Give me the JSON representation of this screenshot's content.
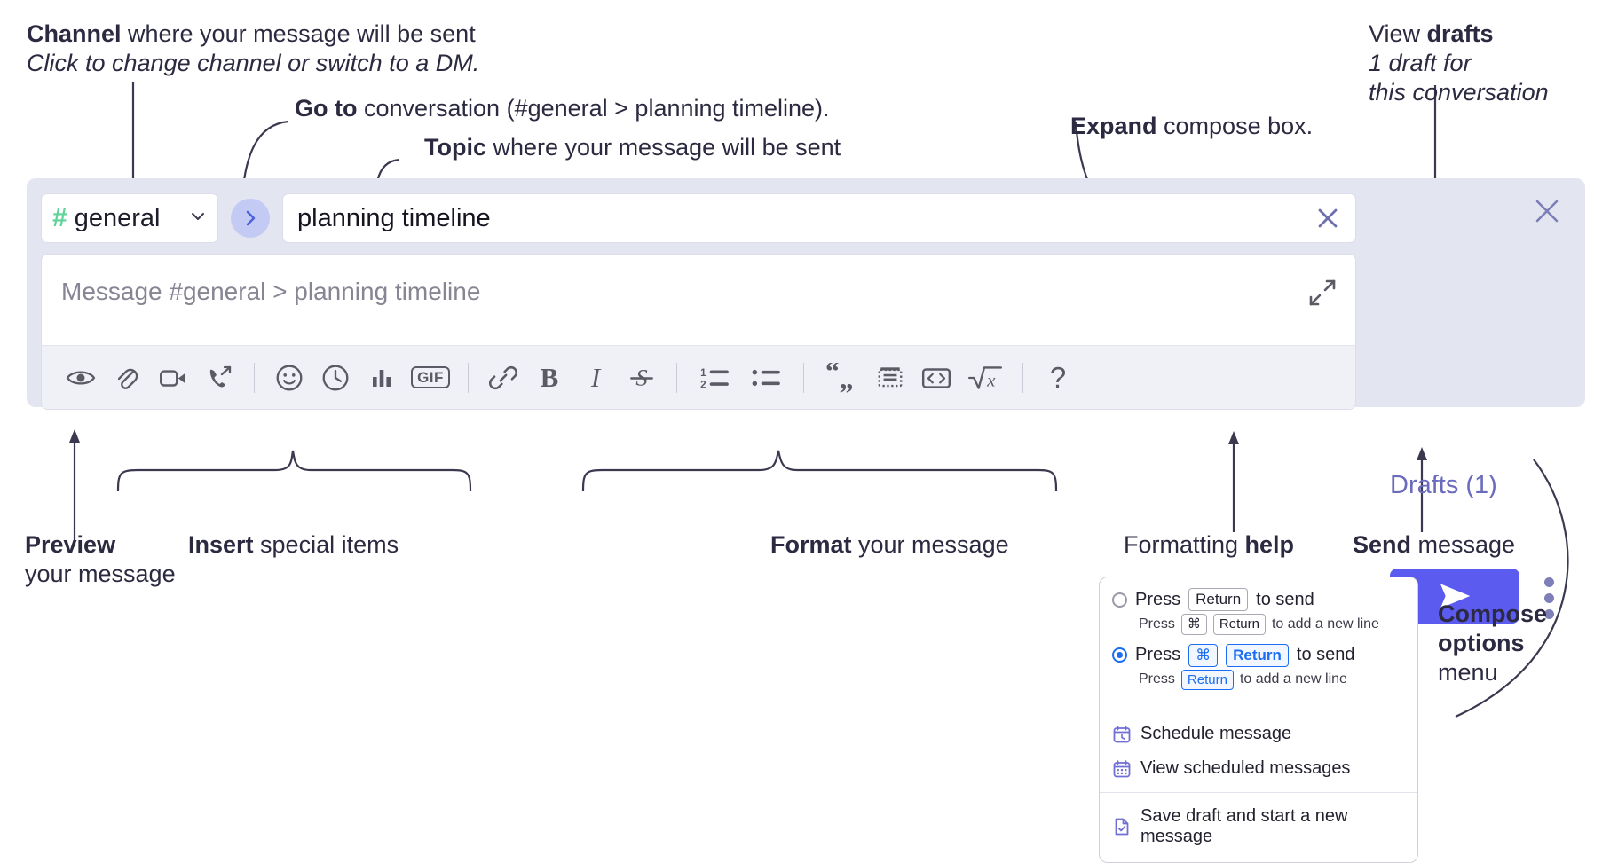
{
  "annotations": {
    "channel": {
      "bold": "Channel",
      "rest": " where your message will be sent",
      "italic": "Click to change channel or switch to a DM."
    },
    "goto": {
      "bold": "Go to",
      "rest": " conversation (#general > planning timeline)."
    },
    "topic": {
      "bold": "Topic",
      "rest": " where your message will be sent"
    },
    "expand": {
      "bold": "Expand",
      "rest": " compose box."
    },
    "drafts": {
      "pre": "View ",
      "bold": "drafts",
      "italic1": "1 draft for",
      "italic2": "this conversation"
    },
    "preview": {
      "bold": "Preview",
      "line2": "your message"
    },
    "insert": {
      "bold": "Insert",
      "rest": " special items"
    },
    "format": {
      "bold": "Format",
      "rest": " your message"
    },
    "help": {
      "pre": "Formatting ",
      "bold": "help"
    },
    "send": {
      "bold": "Send",
      "rest": " message"
    },
    "compose_options": {
      "bold1": "Compose",
      "bold2": "options",
      "rest": "menu"
    }
  },
  "compose": {
    "channel": {
      "hash": "#",
      "name": "general",
      "chevron": "chevron-down-icon"
    },
    "goto_button_icon": "chevron-right-icon",
    "topic": {
      "value": "planning timeline",
      "clear_icon": "close-icon"
    },
    "message": {
      "placeholder": "Message #general > planning timeline",
      "value": "",
      "expand_icon": "expand-icon"
    },
    "drafts_label": "Drafts (1)",
    "send_label": "send-icon",
    "close_icon": "close-icon",
    "kebab_icon": "overflow-menu-icon",
    "toolbar": [
      {
        "name": "preview-icon",
        "label": "Preview"
      },
      {
        "name": "attachment-icon",
        "label": "Attach file"
      },
      {
        "name": "video-icon",
        "label": "Video clip"
      },
      {
        "name": "audio-call-icon",
        "label": "Audio clip"
      },
      {
        "name": "divider",
        "label": ""
      },
      {
        "name": "emoji-icon",
        "label": "Emoji"
      },
      {
        "name": "clock-icon",
        "label": "Reminder"
      },
      {
        "name": "poll-icon",
        "label": "Poll"
      },
      {
        "name": "gif-icon",
        "label": "GIF"
      },
      {
        "name": "divider",
        "label": ""
      },
      {
        "name": "link-icon",
        "label": "Link"
      },
      {
        "name": "bold-icon",
        "label": "B"
      },
      {
        "name": "italic-icon",
        "label": "I"
      },
      {
        "name": "strikethrough-icon",
        "label": "S"
      },
      {
        "name": "divider",
        "label": ""
      },
      {
        "name": "ordered-list-icon",
        "label": "Ordered list"
      },
      {
        "name": "bulleted-list-icon",
        "label": "Bulleted list"
      },
      {
        "name": "divider",
        "label": ""
      },
      {
        "name": "blockquote-icon",
        "label": "Blockquote"
      },
      {
        "name": "code-block-icon",
        "label": "Code block"
      },
      {
        "name": "code-icon",
        "label": "Code"
      },
      {
        "name": "math-icon",
        "label": "Math"
      },
      {
        "name": "divider",
        "label": ""
      },
      {
        "name": "help-icon",
        "label": "?"
      }
    ]
  },
  "menu": {
    "options": [
      {
        "selected": false,
        "press": "Press",
        "keys": [
          "Return"
        ],
        "suffix": "to send",
        "sub_press": "Press",
        "sub_keys": [
          "⌘",
          "Return"
        ],
        "sub_suffix": "to add a new line"
      },
      {
        "selected": true,
        "press": "Press",
        "keys": [
          "⌘",
          "Return"
        ],
        "suffix": "to send",
        "sub_press": "Press",
        "sub_keys": [
          "Return"
        ],
        "sub_suffix": "to add a new line"
      }
    ],
    "items": [
      {
        "icon": "schedule-calendar-icon",
        "label": "Schedule message"
      },
      {
        "icon": "calendar-grid-icon",
        "label": "View scheduled messages"
      },
      {
        "icon": "save-draft-icon",
        "label": "Save draft and start a new message"
      }
    ]
  },
  "colors": {
    "panel_bg": "#e3e5f1",
    "accent_purple": "#5b5bf0",
    "drafts_text": "#6a6bbd",
    "hash_green": "#5fd39a",
    "goto_circle": "#c3cbf5",
    "key_blue": "#1b6ef3",
    "menu_icon_purple": "#6f6fd6"
  }
}
